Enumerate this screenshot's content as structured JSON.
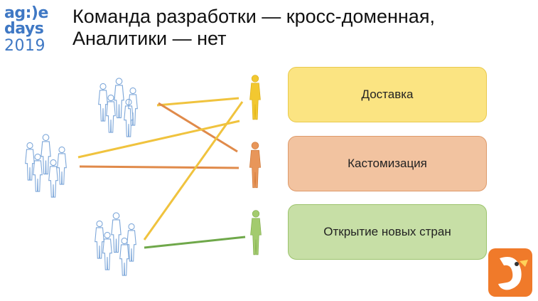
{
  "logo": {
    "line1": "ag:)e",
    "line2": "days",
    "line3": "2019"
  },
  "title": {
    "line1": "Команда разработки — кросс-доменная,",
    "line2": "Аналитики — нет"
  },
  "domains": [
    {
      "label": "Доставка",
      "color": "#fbe482"
    },
    {
      "label": "Кастомизация",
      "color": "#f2c3a0"
    },
    {
      "label": "Открытие новых стран",
      "color": "#c7dfa6"
    }
  ],
  "colors": {
    "team_outline": "#7da7d9",
    "analyst_yellow": "#f2c830",
    "analyst_orange": "#e8965a",
    "analyst_green": "#a3cb6e",
    "line_yellow": "#f0c33e",
    "line_orange": "#e08a4a",
    "line_green": "#6fa84a",
    "brand": "#3f78c4"
  },
  "icons": [
    "people-group-icon",
    "person-icon",
    "dodo-logo-icon"
  ]
}
